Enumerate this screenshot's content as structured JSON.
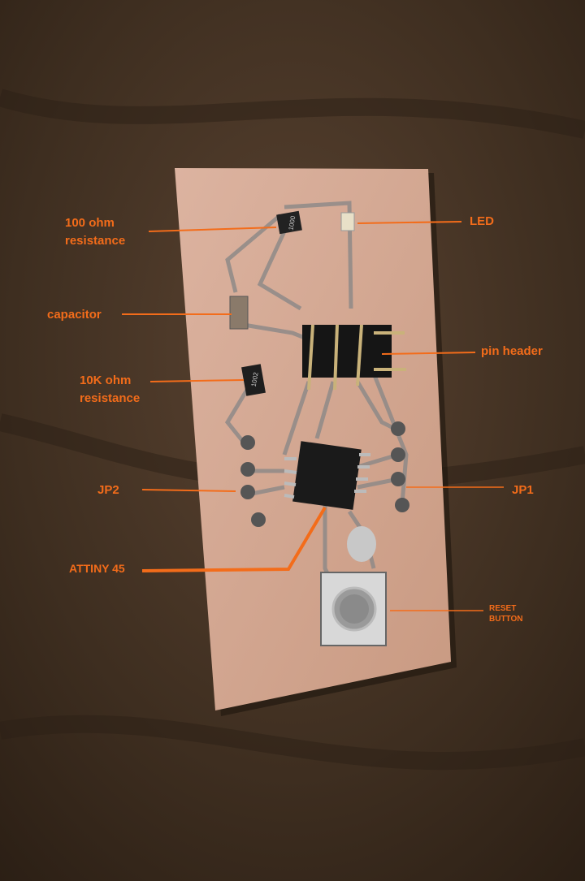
{
  "labels": {
    "resistor_100": [
      "100 ohm",
      "resistance"
    ],
    "led": "LED",
    "capacitor": "capacitor",
    "pin_header": "pin header",
    "resistor_10k": [
      "10K ohm",
      "resistance"
    ],
    "jp2": "JP2",
    "jp1": "JP1",
    "attiny": "ATTINY 45",
    "reset_button": [
      "RESET",
      "BUTTON"
    ]
  },
  "component_markings": {
    "r100": "1000",
    "r10k": "1002"
  },
  "colors": {
    "annotation": "#f36c1a",
    "board": "#d6aa95",
    "background": "#3b2c1e"
  }
}
